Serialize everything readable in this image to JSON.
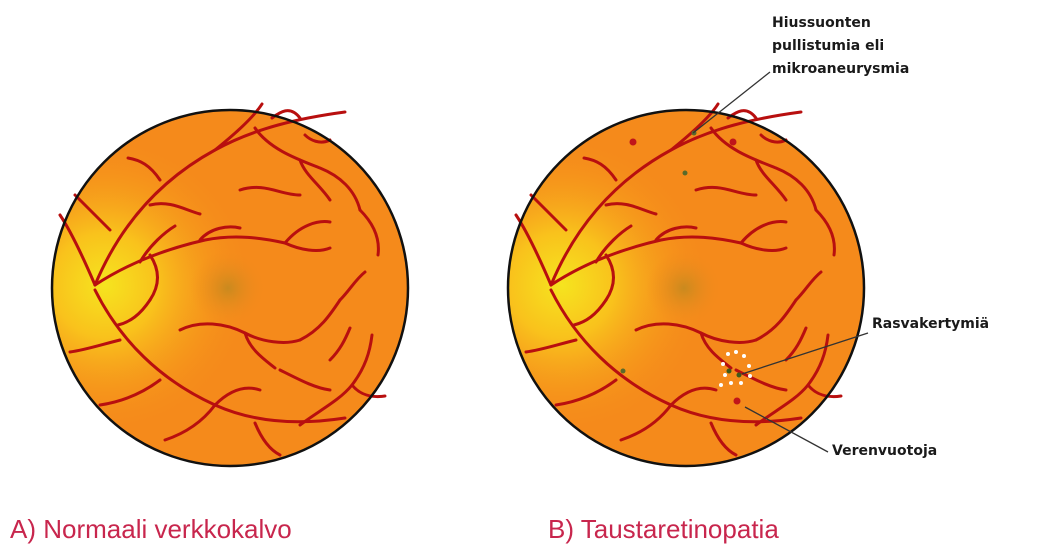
{
  "captions": {
    "normal": "A) Normaali verkkokalvo",
    "background": "B) Taustaretinopatia"
  },
  "annotations": {
    "microaneurysms": [
      "Hiussuonten",
      "pullistumia eli",
      "mikroaneurysmia"
    ],
    "fat_deposits": "Rasvakertymiä",
    "hemorrhages": "Verenvuotoja"
  },
  "colors": {
    "retina_orange": "#f58a1b",
    "optic_disc_yellow": "#f6e21e",
    "vessel_red": "#b80f0f",
    "caption_red": "#c8264d",
    "outline": "#111111",
    "microaneurysm_dot": "#5a6a2a",
    "hemorrhage_dot": "#c0151a",
    "exudate_dot": "#ffffff"
  }
}
